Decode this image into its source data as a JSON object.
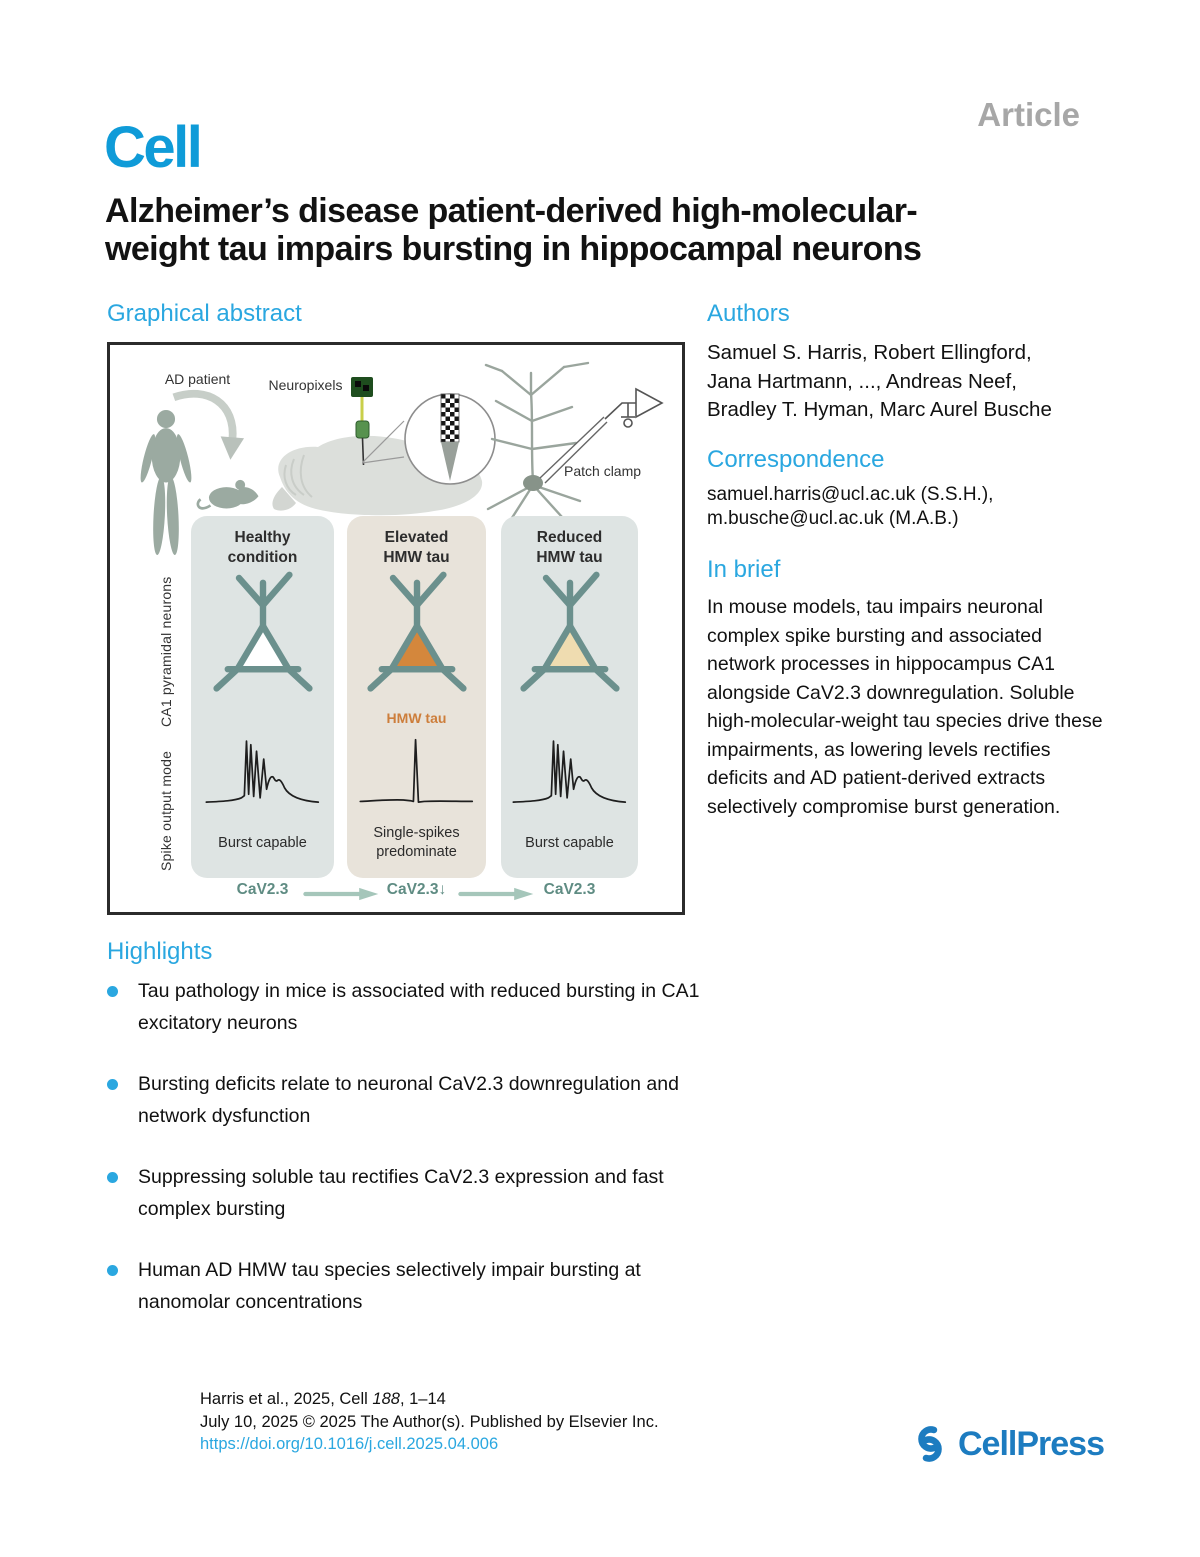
{
  "header": {
    "article_label": "Article",
    "journal": "Cell"
  },
  "title": {
    "lines": [
      "Alzheimer’s disease patient-derived high-molecular-",
      "weight tau impairs bursting in hippocampal neurons"
    ]
  },
  "sections": {
    "graphical_abstract": "Graphical abstract",
    "authors": "Authors",
    "correspondence": "Correspondence",
    "in_brief": "In brief",
    "highlights": "Highlights"
  },
  "figure": {
    "ad_patient_label": "AD patient",
    "neuropixels_label": "Neuropixels",
    "patch_clamp_label": "Patch clamp",
    "row_label_top": "CA1 pyramidal neurons",
    "row_label_bottom": "Spike output mode",
    "panels": [
      {
        "title": "Healthy\ncondition",
        "caption": "Burst capable",
        "cav": "CaV2.3"
      },
      {
        "title": "Elevated\nHMW tau",
        "soma_label": "HMW tau",
        "caption": "Single-spikes\npredominate",
        "cav": "CaV2.3↓"
      },
      {
        "title": "Reduced\nHMW tau",
        "caption": "Burst capable",
        "cav": "CaV2.3"
      }
    ]
  },
  "authors": {
    "lines": [
      "Samuel S. Harris, Robert Ellingford,",
      "Jana Hartmann, ..., Andreas Neef,",
      "Bradley T. Hyman, Marc Aurel Busche"
    ]
  },
  "correspondence": {
    "lines": [
      "samuel.harris@ucl.ac.uk (S.S.H.),",
      "m.busche@ucl.ac.uk (M.A.B.)"
    ]
  },
  "in_brief": {
    "text": "In mouse models, tau impairs neuronal complex spike bursting and associated network processes in hippocampus CA1 alongside CaV2.3 downregulation. Soluble high-molecular-weight tau species drive these impairments, as lowering levels rectifies deficits and AD patient-derived extracts selectively compromise burst generation."
  },
  "highlights": {
    "items": [
      "Tau pathology in mice is associated with reduced bursting in CA1 excitatory neurons",
      "Bursting deficits relate to neuronal CaV2.3 downregulation and network dysfunction",
      "Suppressing soluble tau rectifies CaV2.3 expression and fast complex bursting",
      "Human AD HMW tau species selectively impair bursting at nanomolar concentrations"
    ]
  },
  "footer": {
    "citation_prefix": "Harris et al., 2025, Cell ",
    "citation_volume": "188",
    "citation_suffix": ", 1–14",
    "publication_line": "July 10, 2025 © 2025 The Author(s). Published by Elsevier Inc.",
    "doi": "https://doi.org/10.1016/j.cell.2025.04.006",
    "publisher": "CellPress"
  },
  "colors": {
    "accent": "#2aa7e0",
    "cell_blue": "#0f9bd8",
    "teal": "#6b908d",
    "soma_healthy": "#ffffff",
    "soma_elevated": "#d4873c",
    "soma_reduced": "#efdcb0",
    "orange_label": "#cd7e3b",
    "panel_gray": "#dee4e3",
    "panel_beige": "#e8e3da",
    "cav_teal": "#5f8c83",
    "arrow_teal": "#a5c6ba",
    "cellpress_blue": "#1d7cc0",
    "silhouette": "#9baaa1"
  }
}
